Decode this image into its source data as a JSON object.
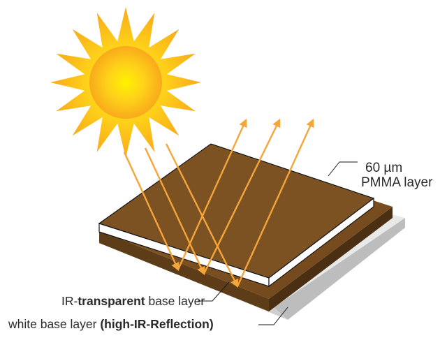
{
  "labels": {
    "pmma_line1": "60 µm",
    "pmma_line2": "PMMA layer",
    "ir_prefix": "IR-",
    "ir_bold": "transparent",
    "ir_suffix": " base layer",
    "white_prefix": "white base layer ",
    "white_bold": "(high-IR-Reflection)"
  },
  "icons": {
    "sun": "sun-icon"
  },
  "colors": {
    "sun_core": "#ffe600",
    "sun_edge": "#f7a21b",
    "ray": "#f5a53a",
    "film": "#7a4f1f",
    "film_side": "#5a3a17",
    "base": "#e6e6e6",
    "outline": "#1a1a1a"
  }
}
